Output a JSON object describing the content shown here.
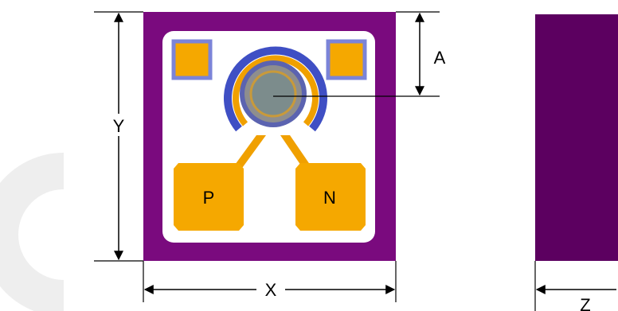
{
  "labels": {
    "x": "X",
    "y": "Y",
    "a": "A",
    "z": "Z",
    "p_pad": "P",
    "n_pad": "N"
  },
  "colors": {
    "substrate": "#7A0A7E",
    "side_substrate": "#5C0060",
    "pad_gold": "#F5A800",
    "pad_border": "#7B84D8",
    "ring_blue": "#3F4FC4",
    "ring_gold": "#F0A000",
    "inner_gray": "#8E8E8E",
    "center_gray": "#7C8C8C",
    "watermark": "#EEEEEE",
    "dimension": "#000000"
  }
}
